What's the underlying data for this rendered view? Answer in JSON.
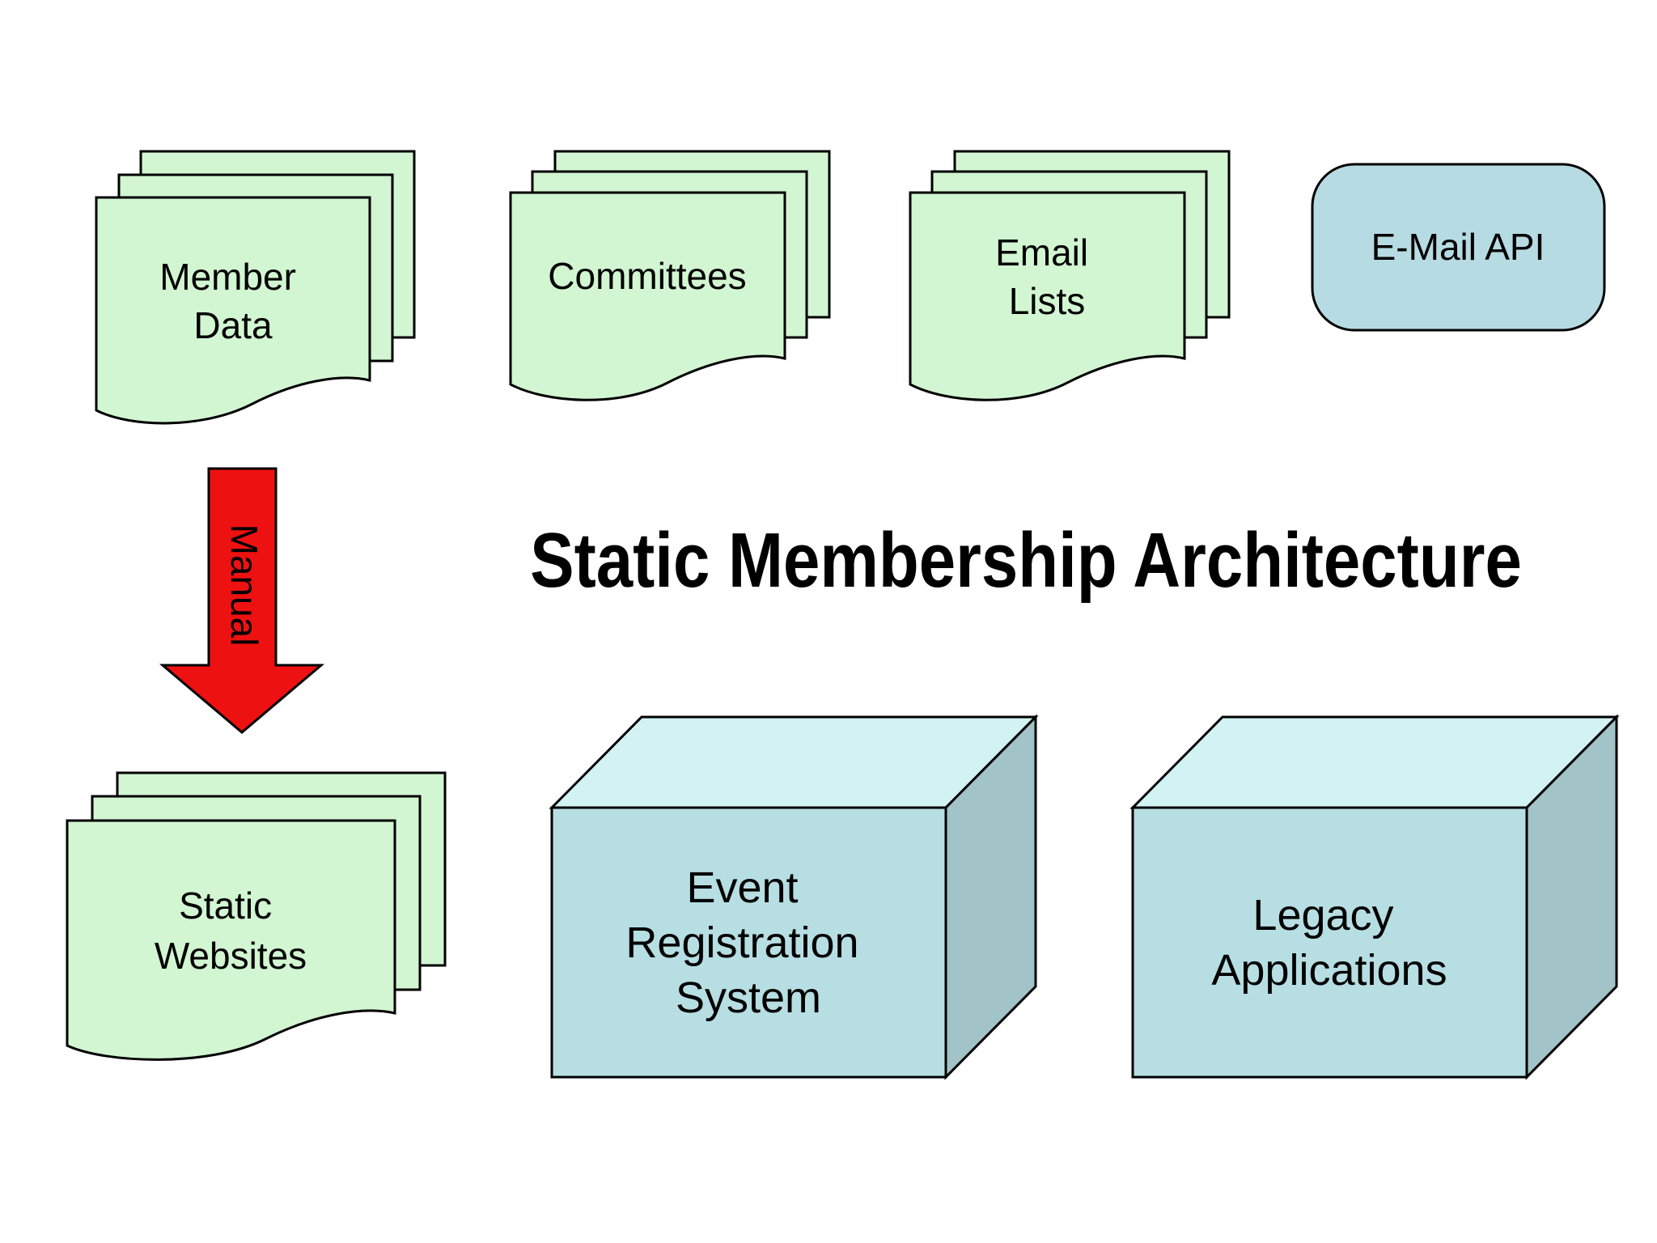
{
  "title": "Static Membership Architecture",
  "colors": {
    "background": "#ffffff",
    "doc_fill": "#d2f5d2",
    "api_fill": "#b7dbe2",
    "cube_front": "#b7dee2",
    "cube_top": "#d2f2f4",
    "cube_side": "#a2c3c7",
    "arrow_fill": "#ee1111",
    "arrow_text_color": "#ffffff",
    "outline": "#000000",
    "text_color": "#000000"
  },
  "nodes": {
    "member_data": {
      "lines": [
        "Member",
        "Data"
      ]
    },
    "committees": {
      "lines": [
        "Committees"
      ]
    },
    "email_lists": {
      "lines": [
        "Email",
        "Lists"
      ]
    },
    "email_api": {
      "label": "E-Mail API"
    },
    "static_websites": {
      "lines": [
        "Static",
        "Websites"
      ]
    },
    "event_registration": {
      "lines": [
        "Event",
        "Registration",
        "System"
      ]
    },
    "legacy_applications": {
      "lines": [
        "Legacy",
        "Applications"
      ]
    }
  },
  "arrow": {
    "label": "Manual"
  }
}
